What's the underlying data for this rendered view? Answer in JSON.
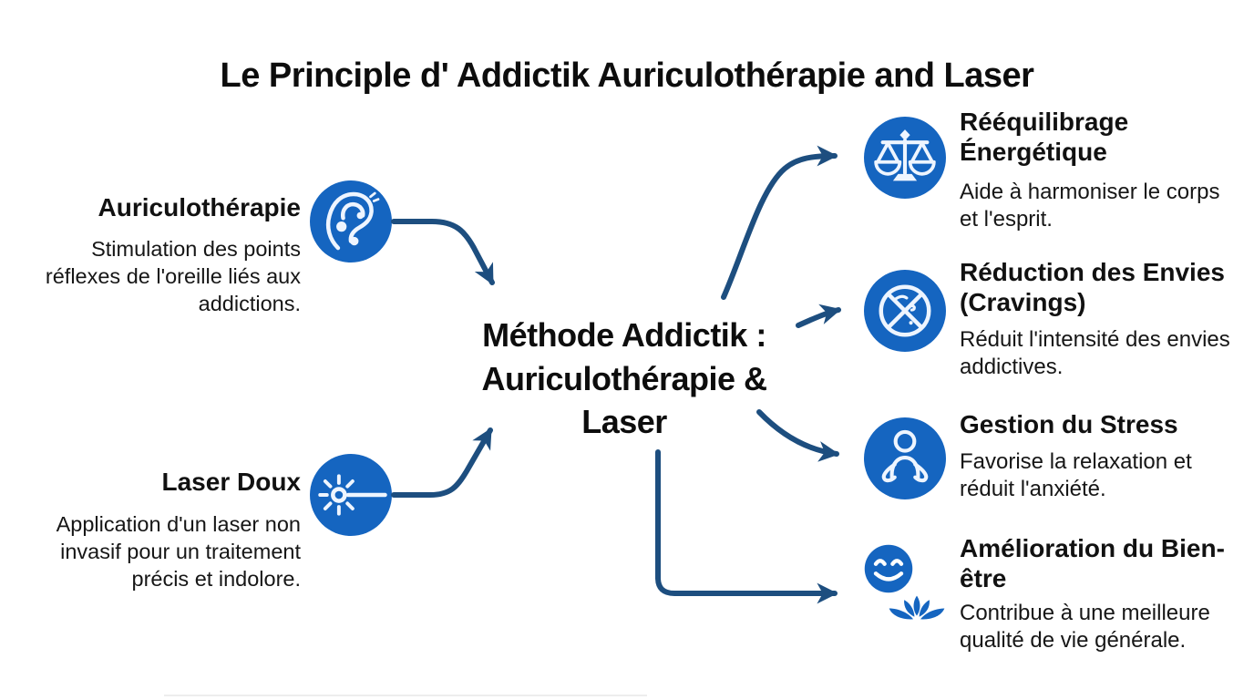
{
  "title": "Le Principle d' Addictik Auriculothérapie and Laser",
  "center": {
    "label": "Méthode Addictik : Auriculothérapie & Laser"
  },
  "inputs": [
    {
      "title": "Auriculothérapie",
      "description": "Stimulation des points réflexes de l'oreille liés aux addictions.",
      "icon": "ear-icon"
    },
    {
      "title": "Laser Doux",
      "description": "Application d'un laser non invasif pour un traitement précis et indolore.",
      "icon": "laser-icon"
    }
  ],
  "outcomes": [
    {
      "title": "Rééquilibrage Énergétique",
      "description": "Aide à harmoniser le corps et l'esprit.",
      "icon": "balance-scale-icon"
    },
    {
      "title": "Réduction des Envies (Cravings)",
      "description": "Réduit l'intensité des envies addictives.",
      "icon": "no-craving-icon"
    },
    {
      "title": "Gestion du Stress",
      "description": "Favorise la relaxation et réduit l'anxiété.",
      "icon": "meditation-icon"
    },
    {
      "title": "Amélioration du Bien-être",
      "description": "Contribue à une meilleure qualité de vie générale.",
      "icon": "smiley-lotus-icon"
    }
  ],
  "colors": {
    "icon_blue": "#1565c0",
    "arrow_navy": "#1d4e7f",
    "text": "#111111"
  }
}
